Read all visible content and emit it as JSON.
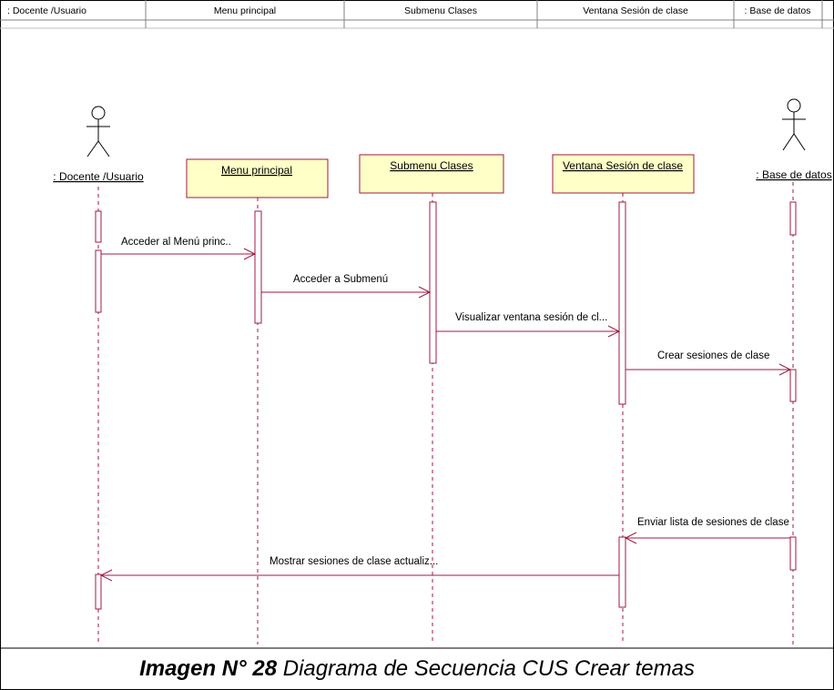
{
  "header": {
    "columns": [
      ": Docente /Usuario",
      "Menu principal",
      "Submenu Clases",
      "Ventana Sesión de clase",
      ": Base de datos"
    ]
  },
  "participants": [
    {
      "label": ": Docente /Usuario",
      "kind": "actor"
    },
    {
      "label": "Menu principal",
      "kind": "object"
    },
    {
      "label": "Submenu Clases",
      "kind": "object"
    },
    {
      "label": "Ventana Sesión de clase",
      "kind": "object"
    },
    {
      "label": ": Base de datos",
      "kind": "actor"
    }
  ],
  "messages": [
    {
      "label": "Acceder al Menú princ..",
      "from": 0,
      "to": 1
    },
    {
      "label": "Acceder a Submenú",
      "from": 1,
      "to": 2
    },
    {
      "label": "Visualizar ventana sesión de cl...",
      "from": 2,
      "to": 3
    },
    {
      "label": "Crear sesiones de clase",
      "from": 3,
      "to": 4
    },
    {
      "label": "Enviar lista de sesiones de clase",
      "from": 4,
      "to": 3
    },
    {
      "label": "Mostrar sesiones de clase actualiz...",
      "from": 3,
      "to": 0
    }
  ],
  "colors": {
    "object_fill": "#ffffc8",
    "object_border": "#a01a40",
    "lifeline": "#a01a40",
    "activation_fill": "#ffffff",
    "message": "#a01a40",
    "line": "#808080"
  },
  "caption": {
    "bold": "Imagen N° 28",
    "rest": " Diagrama de Secuencia CUS Crear temas"
  }
}
